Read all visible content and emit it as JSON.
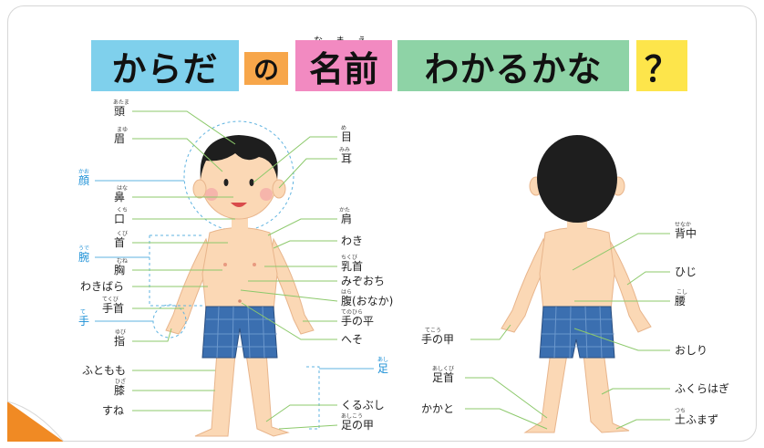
{
  "title": {
    "part1": "からだ",
    "part2": "の",
    "part3": "名前",
    "part3_ruby": "なまえ",
    "part4": "わかるかな",
    "part5": "？"
  },
  "colors": {
    "box1": "#7fd0ec",
    "box2": "#f7a64a",
    "box3": "#f28ac1",
    "box4": "#8ed3a6",
    "box5": "#fde54b",
    "leader_line": "#8cc96b",
    "blue_label": "#1a8fd6",
    "corner_fold": "#f08a24"
  },
  "front": {
    "left_labels": [
      {
        "text": "頭",
        "ruby": "あたま"
      },
      {
        "text": "眉",
        "ruby": "まゆ"
      },
      {
        "text": "顔",
        "ruby": "かお",
        "blue": true
      },
      {
        "text": "鼻",
        "ruby": "はな"
      },
      {
        "text": "口",
        "ruby": "くち"
      },
      {
        "text": "首",
        "ruby": "くび"
      },
      {
        "text": "腕",
        "ruby": "うで",
        "blue": true
      },
      {
        "text": "胸",
        "ruby": "むね"
      },
      {
        "text": "わきばら",
        "ruby": ""
      },
      {
        "text": "手首",
        "ruby": "てくび"
      },
      {
        "text": "手",
        "ruby": "て",
        "blue": true
      },
      {
        "text": "指",
        "ruby": "ゆび"
      },
      {
        "text": "ふともも",
        "ruby": ""
      },
      {
        "text": "膝",
        "ruby": "ひざ"
      },
      {
        "text": "すね",
        "ruby": ""
      }
    ],
    "right_labels": [
      {
        "text": "目",
        "ruby": "め"
      },
      {
        "text": "耳",
        "ruby": "みみ"
      },
      {
        "text": "肩",
        "ruby": "かた"
      },
      {
        "text": "わき",
        "ruby": ""
      },
      {
        "text": "乳首",
        "ruby": "ちくび"
      },
      {
        "text": "みぞおち",
        "ruby": ""
      },
      {
        "text": "腹(おなか)",
        "ruby": "はら"
      },
      {
        "text": "手の平",
        "ruby": "てのひら"
      },
      {
        "text": "へそ",
        "ruby": ""
      },
      {
        "text": "足",
        "ruby": "あし",
        "blue": true
      },
      {
        "text": "くるぶし",
        "ruby": ""
      },
      {
        "text": "足の甲",
        "ruby": "あしこう"
      }
    ]
  },
  "back": {
    "left_labels": [
      {
        "text": "手の甲",
        "ruby": "てこう"
      },
      {
        "text": "足首",
        "ruby": "あしくび"
      },
      {
        "text": "かかと",
        "ruby": ""
      }
    ],
    "right_labels": [
      {
        "text": "背中",
        "ruby": "せなか"
      },
      {
        "text": "ひじ",
        "ruby": ""
      },
      {
        "text": "腰",
        "ruby": "こし"
      },
      {
        "text": "おしり",
        "ruby": ""
      },
      {
        "text": "ふくらはぎ",
        "ruby": ""
      },
      {
        "text": "土ふまず",
        "ruby": "つち"
      }
    ]
  }
}
